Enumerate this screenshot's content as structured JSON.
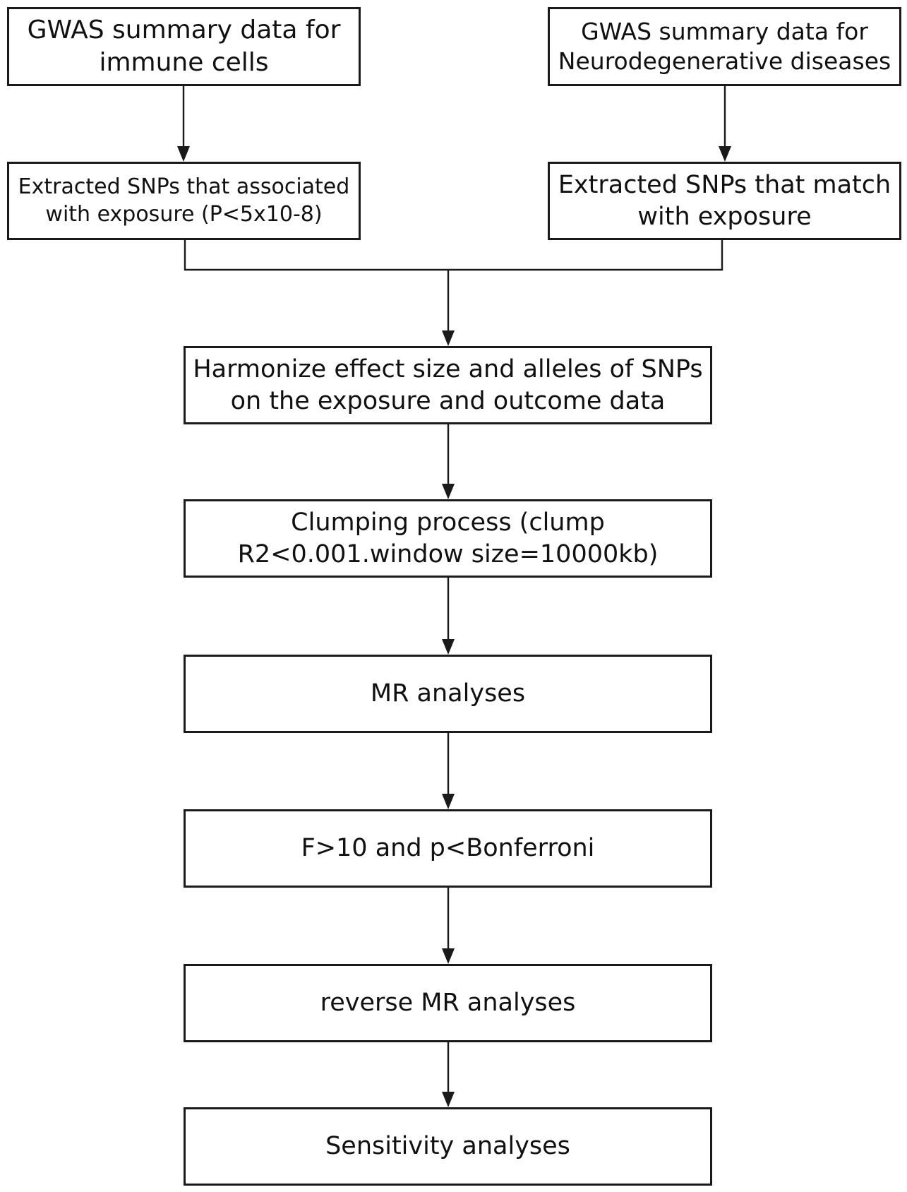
{
  "flowchart": {
    "nodes": {
      "gwas_immune": "GWAS summary data for\nimmune cells",
      "gwas_neuro": "GWAS summary data for\nNeurodegenerative diseases",
      "extract_assoc": "Extracted SNPs that associated\nwith exposure (P<5x10-8)",
      "extract_match": "Extracted SNPs that match\nwith exposure",
      "harmonize": "Harmonize effect size and alleles of SNPs\non the exposure and outcome data",
      "clumping": "Clumping process (clump\nR2<0.001.window size=10000kb)",
      "mr": "MR analyses",
      "f10": "F>10 and p<Bonferroni",
      "reverse_mr": "reverse MR analyses",
      "sensitivity": "Sensitivity analyses"
    },
    "edges": [
      [
        "gwas_immune",
        "extract_assoc"
      ],
      [
        "gwas_neuro",
        "extract_match"
      ],
      [
        "extract_assoc",
        "harmonize"
      ],
      [
        "extract_match",
        "harmonize"
      ],
      [
        "harmonize",
        "clumping"
      ],
      [
        "clumping",
        "mr"
      ],
      [
        "mr",
        "f10"
      ],
      [
        "f10",
        "reverse_mr"
      ],
      [
        "reverse_mr",
        "sensitivity"
      ]
    ],
    "colors": {
      "stroke": "#1a1a1a",
      "background": "#ffffff"
    }
  }
}
